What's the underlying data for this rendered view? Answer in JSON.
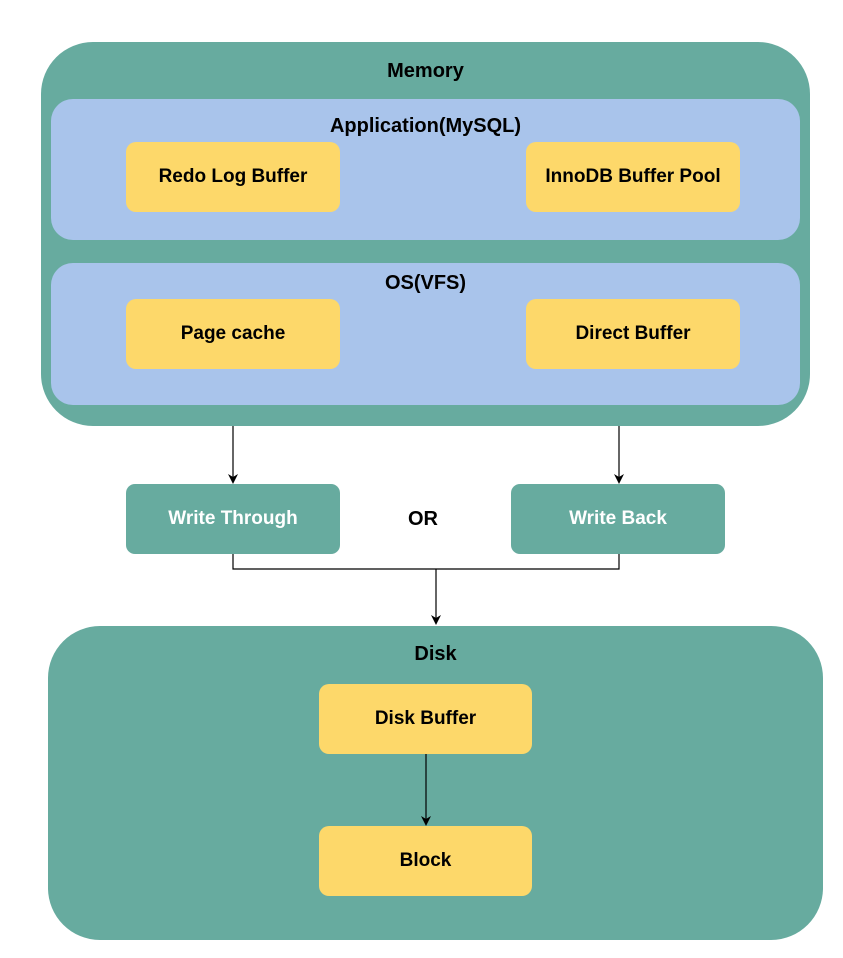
{
  "memory": {
    "title": "Memory",
    "application": {
      "title": "Application(MySQL)",
      "redo_log_buffer": "Redo Log Buffer",
      "innodb_buffer_pool": "InnoDB Buffer Pool"
    },
    "os": {
      "title": "OS(VFS)",
      "page_cache": "Page cache",
      "direct_buffer": "Direct Buffer"
    }
  },
  "write_modes": {
    "write_through": "Write Through",
    "or_label": "OR",
    "write_back": "Write Back"
  },
  "disk": {
    "title": "Disk",
    "disk_buffer": "Disk Buffer",
    "block": "Block"
  },
  "colors": {
    "teal": "#67ab9f",
    "blue": "#a9c4eb",
    "yellow": "#fdd86a",
    "arrow": "#000000"
  }
}
